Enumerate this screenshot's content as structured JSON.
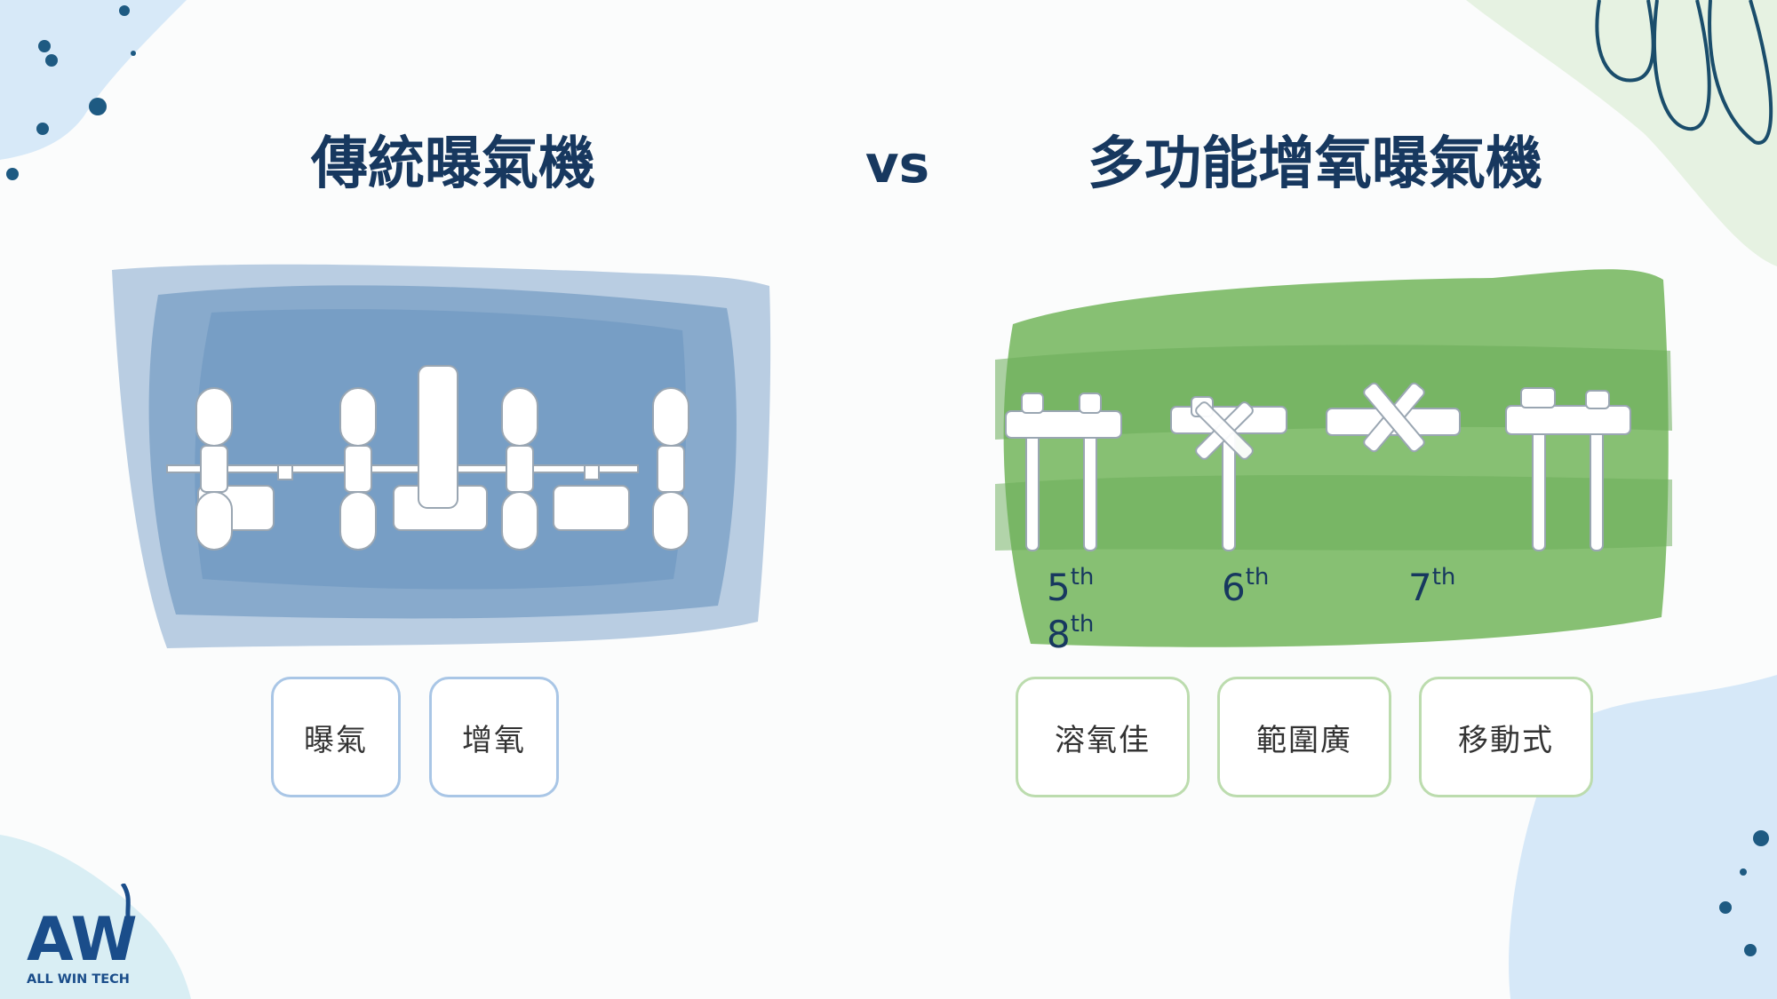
{
  "titles": {
    "left": "傳統曝氣機",
    "vs": "vs",
    "right": "多功能增氧曝氣機"
  },
  "generations": [
    {
      "num": "5",
      "suffix": "th"
    },
    {
      "num": "6",
      "suffix": "th"
    },
    {
      "num": "7",
      "suffix": "th"
    },
    {
      "num": "8",
      "suffix": "th"
    }
  ],
  "left_features": [
    "曝氣",
    "增氧"
  ],
  "right_features": [
    "溶氧佳",
    "範圍廣",
    "移動式"
  ],
  "logo": {
    "text": "ALL WIN TECH",
    "mark": "AW"
  },
  "colors": {
    "title": "#17385f",
    "left_panel": "#7fa3c8",
    "right_panel": "#74b460",
    "blue_chip_border": "#a9c6e6",
    "green_chip_border": "#bcdcae"
  },
  "icons": {
    "left_panel": "paddlewheel-aerator-icon",
    "right_panel": "multi-function-aerator-icon",
    "logo": "allwin-logo-icon"
  }
}
